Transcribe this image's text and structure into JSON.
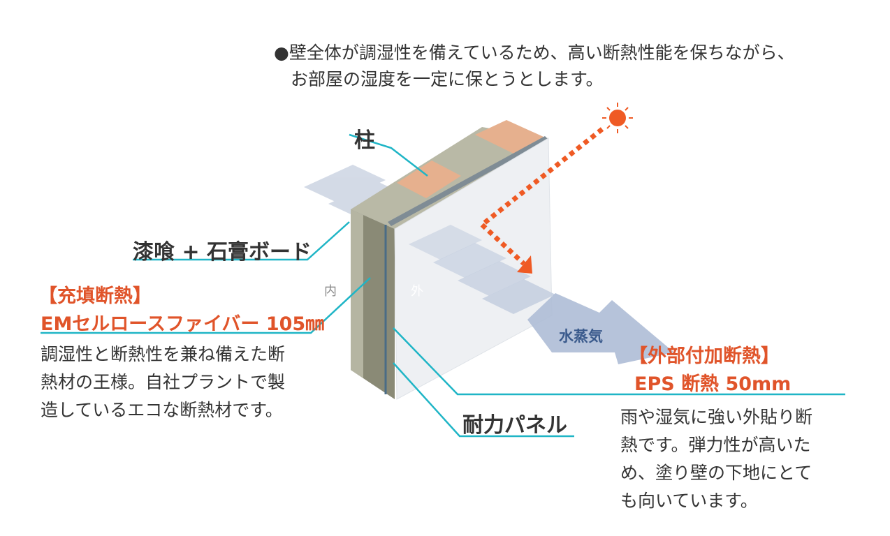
{
  "intro": {
    "line1": "●壁全体が調湿性を備えているため、高い断熱性能を保ちながら、",
    "line2": "お部屋の湿度を一定に保とうとします。"
  },
  "labels": {
    "pillar": "柱",
    "plaster_board": "漆喰 + 石膏ボード",
    "inside": "内",
    "outside": "外",
    "vapor": "水蒸気",
    "structural_panel": "耐力パネル"
  },
  "fill_insulation": {
    "heading1": "【充填断熱】",
    "heading2": "EMセルロースファイバー 105㎜",
    "desc": [
      "調湿性と断熱性を兼ね備えた断",
      "熱材の王様。自社プラントで製",
      "造しているエコな断熱材です。"
    ]
  },
  "external_insulation": {
    "heading1": "【外部付加断熱】",
    "heading2": "EPS 断熱 50mm",
    "desc": [
      "雨や湿気に強い外貼り断",
      "熱です。弾力性が高いた",
      "め、塗り壁の下地にとて",
      "も向いています。"
    ]
  },
  "colors": {
    "accent_orange": "#e0542a",
    "leader_teal": "#1fb5c6",
    "vapor_blue": "#3a5a8c",
    "sun": "#ef5a24"
  },
  "icons": {
    "sun": "sun-icon"
  }
}
